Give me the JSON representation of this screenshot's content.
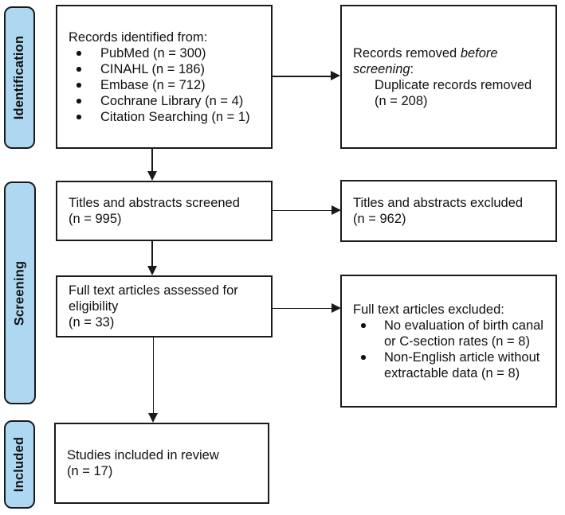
{
  "diagram": {
    "background_color": "#ffffff",
    "stage_pill_color": "#aed8f2",
    "border_color": "#1a1a1a"
  },
  "stages": {
    "identification": "Identification",
    "screening": "Screening",
    "included": "Included"
  },
  "boxes": {
    "records_identified": {
      "title": "Records identified from:",
      "sources": [
        "PubMed (n = 300)",
        "CINAHL (n = 186)",
        "Embase (n = 712)",
        "Cochrane Library (n = 4)",
        "Citation Searching (n = 1)"
      ]
    },
    "records_removed": {
      "prefix": "Records removed ",
      "italic": "before screening",
      "suffix": ":",
      "detail": "Duplicate records removed",
      "count": "(n = 208)"
    },
    "titles_screened": {
      "line1": "Titles and abstracts screened",
      "count": "(n = 995)"
    },
    "titles_excluded": {
      "line1": "Titles and abstracts excluded",
      "count": "(n = 962)"
    },
    "fulltext_assessed": {
      "line1": "Full text articles assessed for",
      "line2": "eligibility",
      "count": "(n = 33)"
    },
    "fulltext_excluded": {
      "title": "Full text articles excluded:",
      "reasons": [
        "No evaluation of birth canal or C-section rates (n = 8)",
        "Non-English article without extractable data (n = 8)"
      ]
    },
    "studies_included": {
      "line1": "Studies included in review",
      "count": "(n = 17)"
    }
  }
}
